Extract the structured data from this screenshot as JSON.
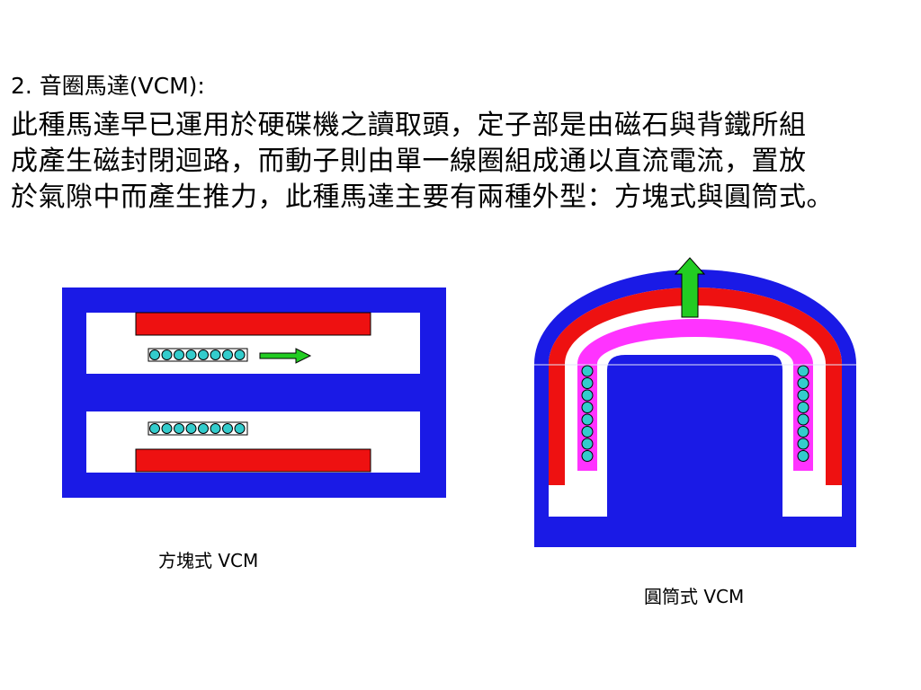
{
  "slide": {
    "heading": "2. 音圈馬達(VCM):",
    "body_lines": [
      "此種馬達早已運用於硬碟機之讀取頭，定子部是由磁石與背鐵所組",
      "成產生磁封閉迴路，而動子則由單一線圈組成通以直流電流，置放",
      "於氣隙中而產生推力，此種馬達主要有兩種外型：方塊式與圓筒式。"
    ]
  },
  "diagrams": {
    "box_vcm": {
      "caption": "方塊式 VCM",
      "coil_turns": 8
    },
    "cylinder_vcm": {
      "caption": "圓筒式 VCM",
      "coil_turns_per_side": 8
    }
  },
  "colors": {
    "back_iron": "#1a1ae6",
    "magnet": "#ee1111",
    "coil_bobbin": "#ff33ff",
    "coil_turn": "#33cccc",
    "arrow": "#22cc22",
    "gap": "#ffffff"
  }
}
